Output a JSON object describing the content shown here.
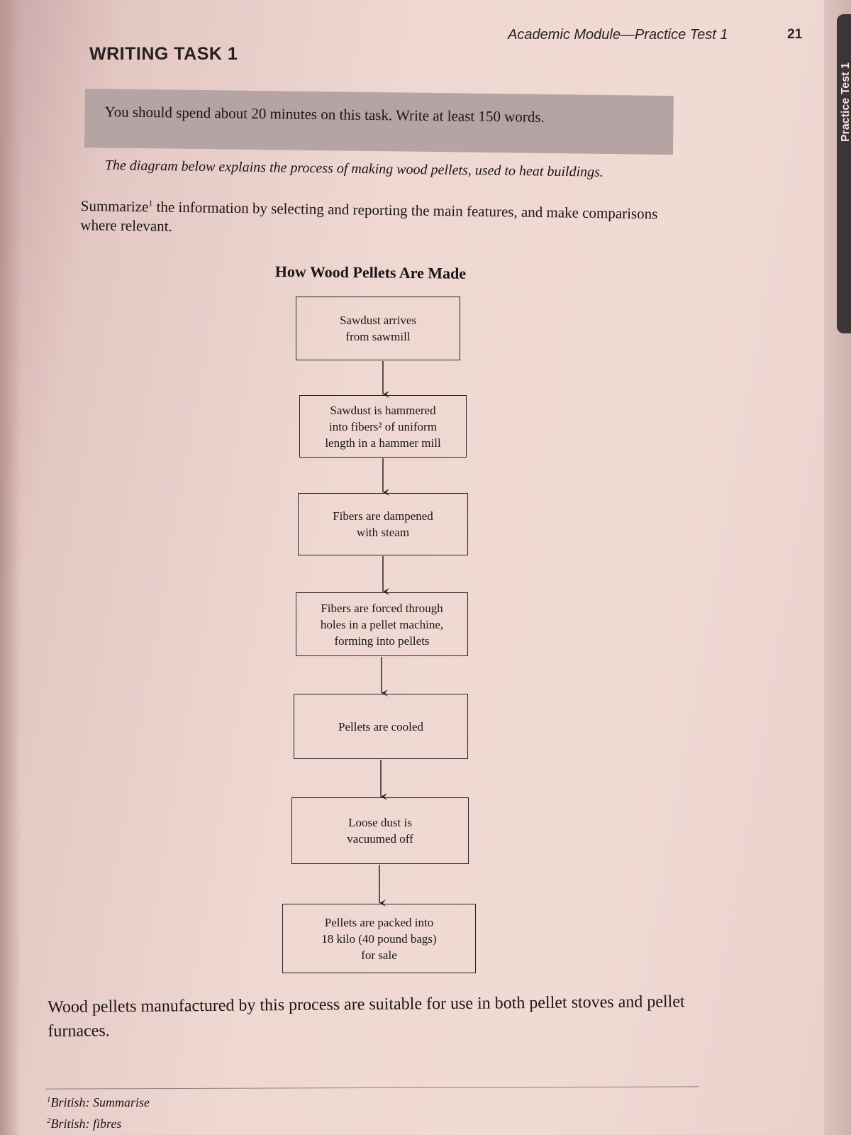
{
  "header": {
    "running_head": "Academic Module—Practice Test 1",
    "page_number": "21",
    "side_tab": "Practice Test 1"
  },
  "task": {
    "title": "WRITING TASK 1",
    "instruction": "You should spend about 20 minutes on this task. Write at least 150 words.",
    "diagram_intro": "The diagram below explains the process of making wood pellets, used to heat buildings.",
    "summarize_word": "Summarize",
    "summarize_mark": "1",
    "summarize_rest": " the information by selecting and reporting the main features, and make comparisons where relevant."
  },
  "diagram": {
    "title": "How Wood Pellets Are Made",
    "steps": [
      {
        "lines": [
          "Sawdust arrives",
          "from sawmill"
        ]
      },
      {
        "lines": [
          "Sawdust is hammered",
          "into fibers² of uniform",
          "length in a hammer mill"
        ]
      },
      {
        "lines": [
          "Fibers are dampened",
          "with steam"
        ]
      },
      {
        "lines": [
          "Fibers are forced through",
          "holes in a pellet machine,",
          "forming into pellets"
        ]
      },
      {
        "lines": [
          "Pellets are cooled"
        ]
      },
      {
        "lines": [
          "Loose dust is",
          "vacuumed off"
        ]
      },
      {
        "lines": [
          "Pellets are packed into",
          "18 kilo (40 pound bags)",
          "for sale"
        ]
      }
    ]
  },
  "closing": "Wood pellets manufactured by this process are suitable for use in both pellet stoves and pellet furnaces.",
  "footnotes": [
    {
      "mark": "1",
      "text": "British: Summarise"
    },
    {
      "mark": "2",
      "text": "British: fibres"
    }
  ]
}
